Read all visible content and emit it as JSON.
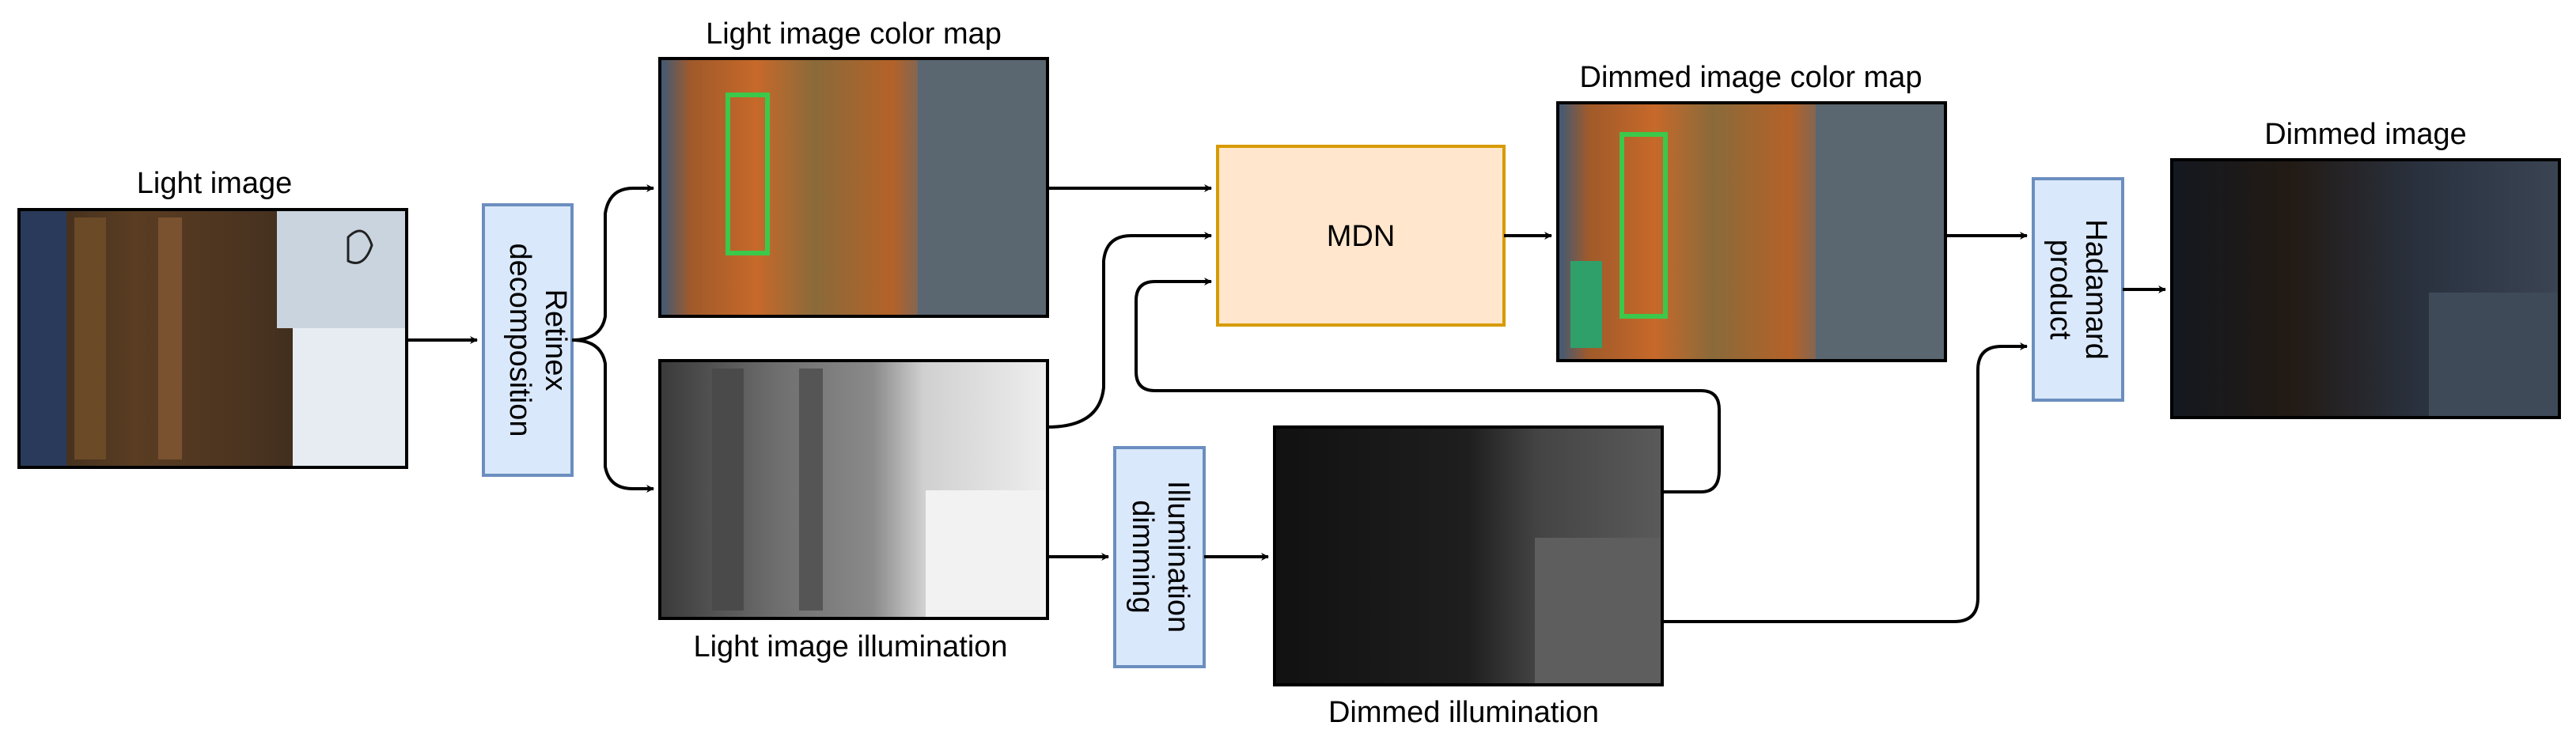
{
  "labels": {
    "light_image": "Light image",
    "light_color_map": "Light image color map",
    "light_illumination": "Light image illumination",
    "dimmed_color_map": "Dimmed image color map",
    "dimmed_illumination": "Dimmed illumination",
    "dimmed_image": "Dimmed image"
  },
  "blocks": {
    "retinex": [
      "Retinex",
      "decomposition"
    ],
    "dimming": [
      "Illumination",
      "dimming"
    ],
    "mdn": "MDN",
    "hadamard": [
      "Hadamard",
      "product"
    ]
  },
  "colors": {
    "block_fill": "#dae8fc",
    "block_stroke": "#6c8ebf",
    "mdn_fill": "#ffe6cc",
    "mdn_stroke": "#d79b00"
  }
}
